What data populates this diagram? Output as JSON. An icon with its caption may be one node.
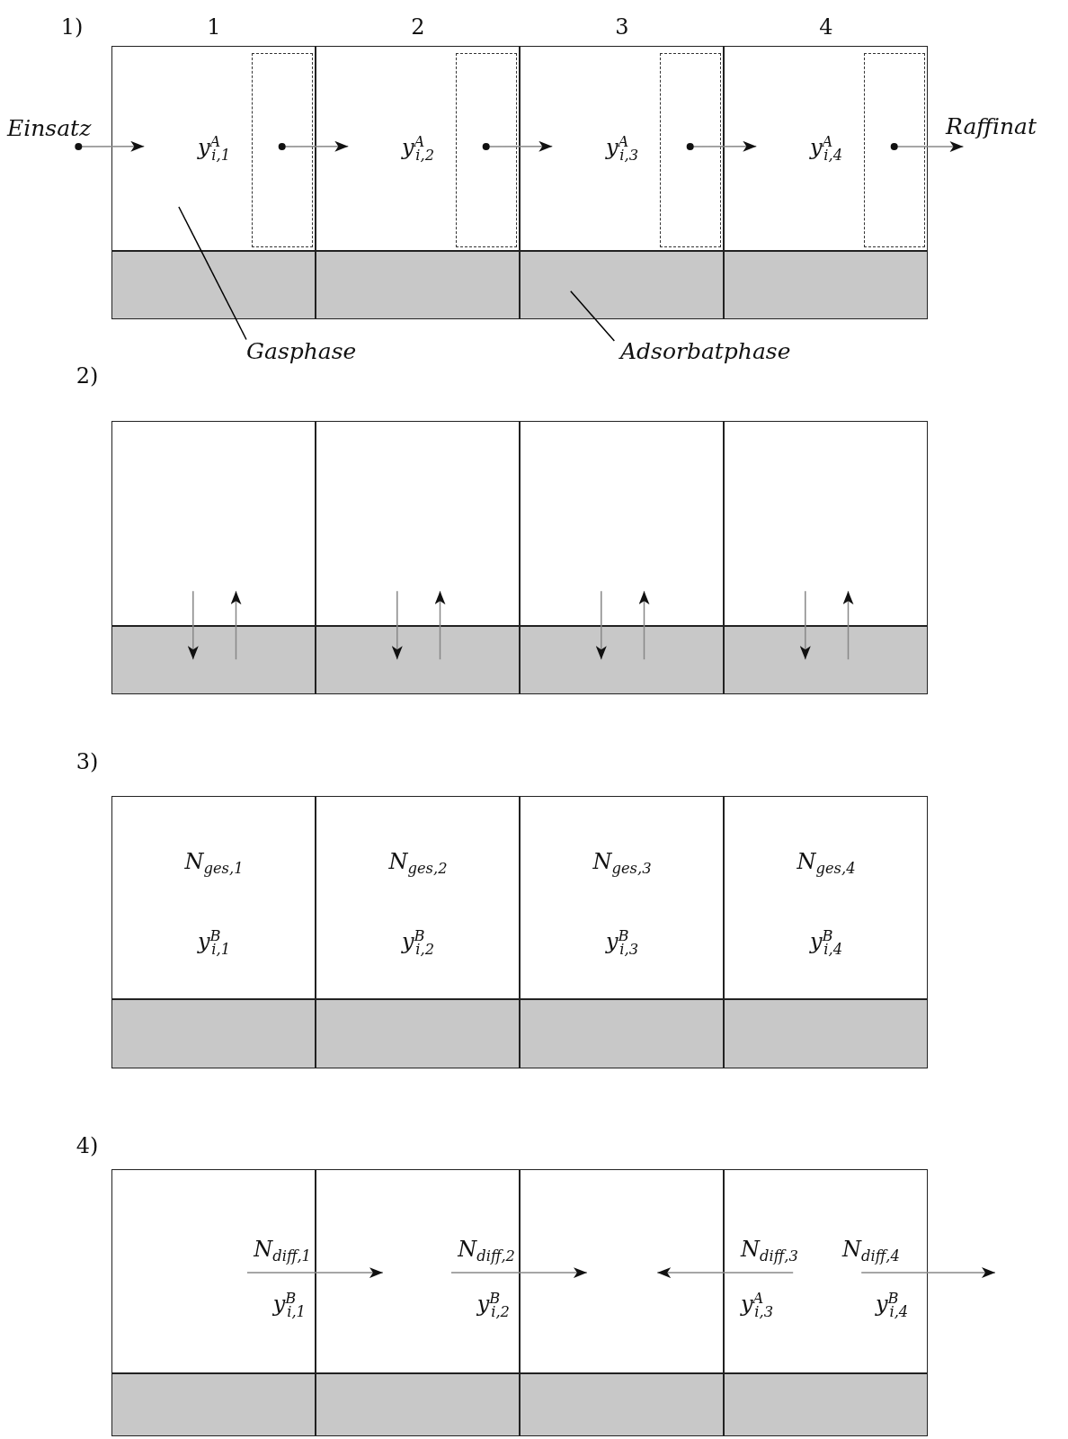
{
  "diagram": {
    "nodes": [
      {
        "text": [
          "Einsatz"
        ]
      },
      {
        "text": [
          "y$^{A}$$_{i,1}$"
        ]
      },
      {
        "text": [],
        "shape": "box",
        "in": 1
      },
      {
        "text": [
          "y$^{A}$$_{i,2}$"
        ]
      },
      {
        "text": [],
        "shape": "box",
        "in": 3
      },
      {
        "text": [
          "y$^{A}$$_{i,3}$"
        ]
      },
      {
        "text": [],
        "shape": "box",
        "in": 5
      },
      {
        "text": [
          "y$^{A}$$_{i,4}$"
        ]
      },
      {
        "text": [],
        "shape": "box",
        "in": 7
      },
      {
        "text": [
          "Raffinat"
        ]
      },
      {
        "text": [],
        "shape": "box"
      },
      {
        "text": [],
        "shape": "box"
      },
      {
        "text": [],
        "shape": "box"
      },
      {
        "text": [],
        "shape": "box"
      },
      {
        "text": [
          "Gasphase"
        ]
      },
      {
        "text": [
          "Adsorbatphase"
        ]
      },
      {
        "text": [],
        "shape": "box"
      },
      {
        "text": [],
        "shape": "box"
      },
      {
        "text": [],
        "shape": "box"
      },
      {
        "text": [],
        "shape": "box"
      },
      {
        "text": [],
        "shape": "box"
      },
      {
        "text": [],
        "shape": "box"
      },
      {
        "text": [],
        "shape": "box"
      },
      {
        "text": [],
        "shape": "box"
      },
      {
        "text": [
          "N$_{ges,1}$",
          "y$^{B}$$_{i,1}$"
        ]
      },
      {
        "text": [
          "N$_{ges,2}$",
          "y$^{B}$$_{i,2}$"
        ]
      },
      {
        "text": [
          "N$_{ges,3}$",
          "y$^{B}$$_{i,3}$"
        ]
      },
      {
        "text": [
          "N$_{ges,4}$",
          "y$^{B}$$_{i,4}$"
        ]
      },
      {
        "text": [],
        "shape": "box"
      },
      {
        "text": [],
        "shape": "box"
      },
      {
        "text": [],
        "shape": "box"
      },
      {
        "text": [],
        "shape": "box"
      },
      {
        "text": [
          "N$_{diff,1}$",
          "y$^{B}$$_{i,1}$"
        ]
      },
      {
        "text": [
          "N$_{diff,2}$",
          "y$^{B}$$_{i,2}$"
        ]
      },
      {
        "text": [],
        "shape": "box"
      },
      {
        "text": [
          "N$_{diff,3}$",
          "N$_{diff,4}$",
          "y$^{A}$$_{i,3}$",
          "y$^{B}$$_{i,4}$"
        ]
      },
      {
        "text": [],
        "shape": "box"
      },
      {
        "text": [],
        "shape": "box"
      },
      {
        "text": [],
        "shape": "box"
      },
      {
        "text": [],
        "shape": "box"
      }
    ],
    "edges": [
      {
        "from": 0,
        "to": 1,
        "arrow": "to"
      },
      {
        "from": 2,
        "to": 3,
        "arrow": "to"
      },
      {
        "from": 4,
        "to": 5,
        "arrow": "to"
      },
      {
        "from": 6,
        "to": 7,
        "arrow": "to"
      },
      {
        "from": 8,
        "to": 9,
        "arrow": "to"
      },
      {
        "from": 14,
        "to": 1,
        "arrow": "none",
        "color": "#000000"
      },
      {
        "from": 15,
        "to": 12,
        "arrow": "none",
        "color": "#000000"
      },
      {
        "from": 16,
        "to": 20,
        "arrow": "to"
      },
      {
        "from": 20,
        "to": 16,
        "arrow": "to"
      },
      {
        "from": 17,
        "to": 21,
        "arrow": "to"
      },
      {
        "from": 21,
        "to": 17,
        "arrow": "to"
      },
      {
        "from": 18,
        "to": 22,
        "arrow": "to"
      },
      {
        "from": 22,
        "to": 18,
        "arrow": "to"
      },
      {
        "from": 19,
        "to": 23,
        "arrow": "to"
      },
      {
        "from": 23,
        "to": 19,
        "arrow": "to"
      },
      {
        "from": 32,
        "to": 33,
        "arrow": "to"
      },
      {
        "from": 33,
        "to": 34,
        "arrow": "to"
      },
      {
        "from": 35,
        "to": 34,
        "arrow": "to"
      },
      {
        "from": 35,
        "to": null,
        "arrow": "to"
      }
    ],
    "labels": [
      "1)",
      "1",
      "2",
      "3",
      "4",
      "2)",
      "3)",
      "4)"
    ]
  }
}
